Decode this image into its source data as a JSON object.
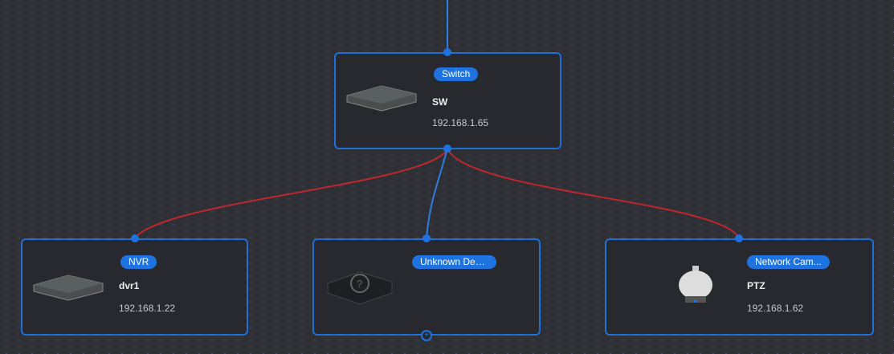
{
  "colors": {
    "accent": "#1f73e0",
    "link_down": "#c0262e",
    "link_up": "#2f7de0"
  },
  "nodes": {
    "switch": {
      "type": "Switch",
      "name": "SW",
      "ip": "192.168.1.65",
      "icon": "switch-icon"
    },
    "nvr": {
      "type": "NVR",
      "name": "dvr1",
      "ip": "192.168.1.22",
      "icon": "nvr-icon"
    },
    "unknown": {
      "type": "Unknown Device",
      "name": "",
      "ip": "",
      "icon": "unknown-device-icon"
    },
    "camera": {
      "type": "Network Camera",
      "type_display": "Network Cam...",
      "name": "PTZ",
      "ip": "192.168.1.62",
      "icon": "ptz-camera-icon"
    }
  }
}
